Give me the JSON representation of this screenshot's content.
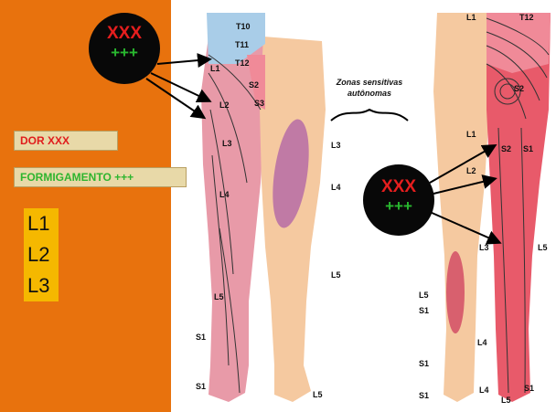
{
  "legend": {
    "pain": "DOR  XXX",
    "tingling": "FORMIGAMENTO +++",
    "levels": [
      "L1",
      "L2",
      "L3"
    ]
  },
  "badges": [
    {
      "x": "XXX",
      "p": "+++"
    },
    {
      "x": "XXX",
      "p": "+++"
    }
  ],
  "zonas": {
    "line1": "Zonas sensitivas",
    "line2": "autônomas"
  },
  "front_labels": {
    "t10": "T10",
    "t11": "T11",
    "t12": "T12",
    "l1": "L1",
    "l2": "L2",
    "l3": "L3",
    "l4": "L4",
    "l5": "L5",
    "s1a": "S1",
    "s1b": "S1",
    "s2": "S2",
    "s3": "S3",
    "l3r": "L3",
    "l4r": "L4",
    "l5r": "L5",
    "l5f": "L5"
  },
  "back_labels": {
    "l1": "L1",
    "t12": "T12",
    "s2": "S2",
    "l1b": "L1",
    "s2b": "S2",
    "s1": "S1",
    "l2": "L2",
    "l3": "L3",
    "l5r": "L5",
    "l5": "L5",
    "s1a": "S1",
    "l4": "L4",
    "s1b": "S1",
    "s1c": "S1",
    "l4b": "L4",
    "s1d": "S1",
    "l5b": "L5"
  },
  "colors": {
    "panel": "#e8720d",
    "skin": "#f5c9a0",
    "pink": "#e89aa8",
    "red": "#e85a6a",
    "blue": "#a9cde8",
    "purple": "#c07aa5"
  }
}
